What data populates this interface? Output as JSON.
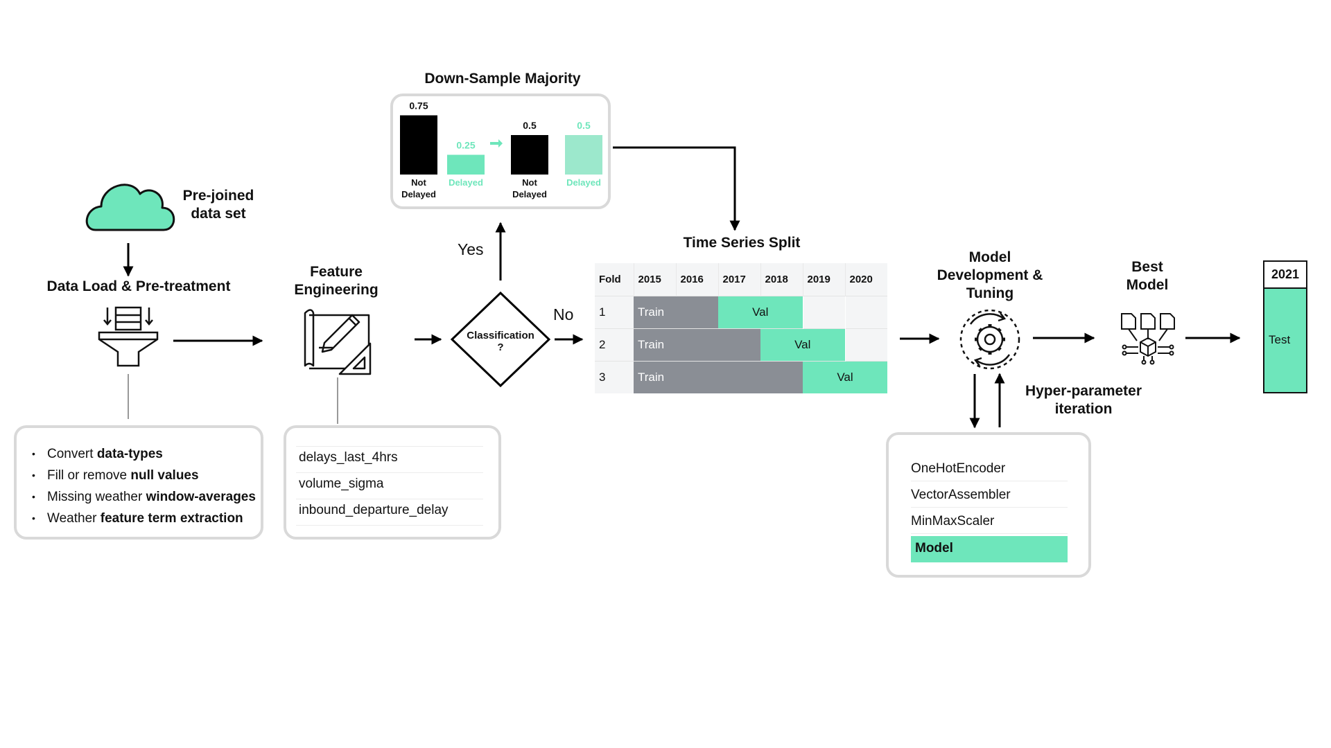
{
  "data_load": {
    "source_label": "Pre-joined\ndata set",
    "title": "Data Load & Pre-treatment",
    "bullets": [
      {
        "plain": "Convert ",
        "bold": "data-types",
        "after": ""
      },
      {
        "plain": "Fill or remove ",
        "bold": "null values",
        "after": ""
      },
      {
        "plain": "Missing weather ",
        "bold": "window-averages",
        "after": ""
      },
      {
        "plain": "Weather ",
        "bold": "feature term extraction",
        "after": ""
      }
    ]
  },
  "feature_engineering": {
    "title": "Feature\nEngineering",
    "features": [
      "delays_last_4hrs",
      "volume_sigma",
      "inbound_departure_delay"
    ]
  },
  "decision": {
    "label": "Classification\n?",
    "yes": "Yes",
    "no": "No"
  },
  "downsample": {
    "title": "Down-Sample Majority",
    "before": {
      "values": [
        0.75,
        0.25
      ],
      "value_labels": [
        "0.75",
        "0.25"
      ],
      "categories": [
        "Not\nDelayed",
        "Delayed"
      ]
    },
    "after": {
      "values": [
        0.5,
        0.5
      ],
      "value_labels": [
        "0.5",
        "0.5"
      ],
      "categories": [
        "Not\nDelayed",
        "Delayed"
      ]
    },
    "colors": {
      "not_delayed": "#000000",
      "delayed": "#6ee6bb",
      "delayed_after": "#9ce8cc"
    }
  },
  "time_series_split": {
    "title": "Time Series Split",
    "header": [
      "Fold",
      "2015",
      "2016",
      "2017",
      "2018",
      "2019",
      "2020"
    ],
    "folds": [
      {
        "fold": "1",
        "train_label": "Train",
        "val_label": "Val",
        "train_years": 2,
        "val_years": 2
      },
      {
        "fold": "2",
        "train_label": "Train",
        "val_label": "Val",
        "train_years": 3,
        "val_years": 2
      },
      {
        "fold": "3",
        "train_label": "Train",
        "val_label": "Val",
        "train_years": 4,
        "val_years": 2
      }
    ]
  },
  "model_dev": {
    "title": "Model\nDevelopment &\nTuning",
    "hyper_label": "Hyper-parameter\niteration",
    "pipeline": [
      "OneHotEncoder",
      "VectorAssembler",
      "MinMaxScaler",
      "Model"
    ]
  },
  "best_model": {
    "title": "Best\nModel"
  },
  "test": {
    "year": "2021",
    "label": "Test"
  },
  "colors": {
    "accent": "#6ee6bb",
    "train": "#8a8e95",
    "border": "#d9d9d9"
  }
}
